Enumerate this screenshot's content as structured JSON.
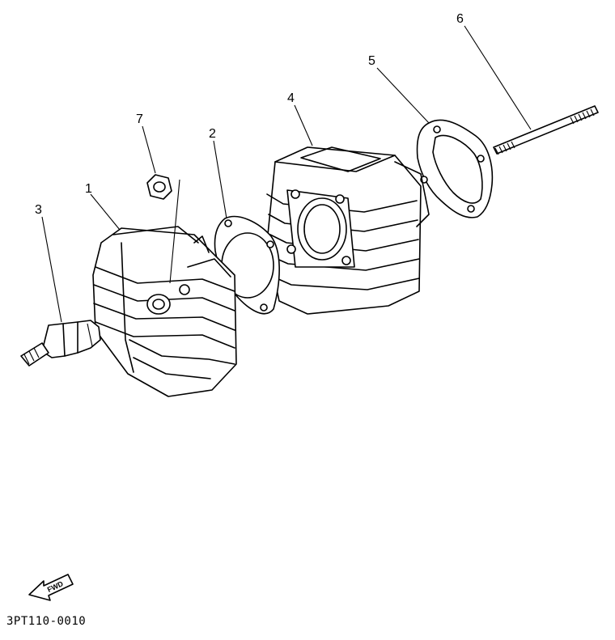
{
  "diagram": {
    "drawing_number": "3PT110-0010",
    "fwd_label": "FWD",
    "callouts": [
      {
        "id": "1",
        "text": "1"
      },
      {
        "id": "2",
        "text": "2"
      },
      {
        "id": "3",
        "text": "3"
      },
      {
        "id": "4",
        "text": "4"
      },
      {
        "id": "5",
        "text": "5"
      },
      {
        "id": "6",
        "text": "6"
      },
      {
        "id": "7",
        "text": "7"
      }
    ]
  }
}
